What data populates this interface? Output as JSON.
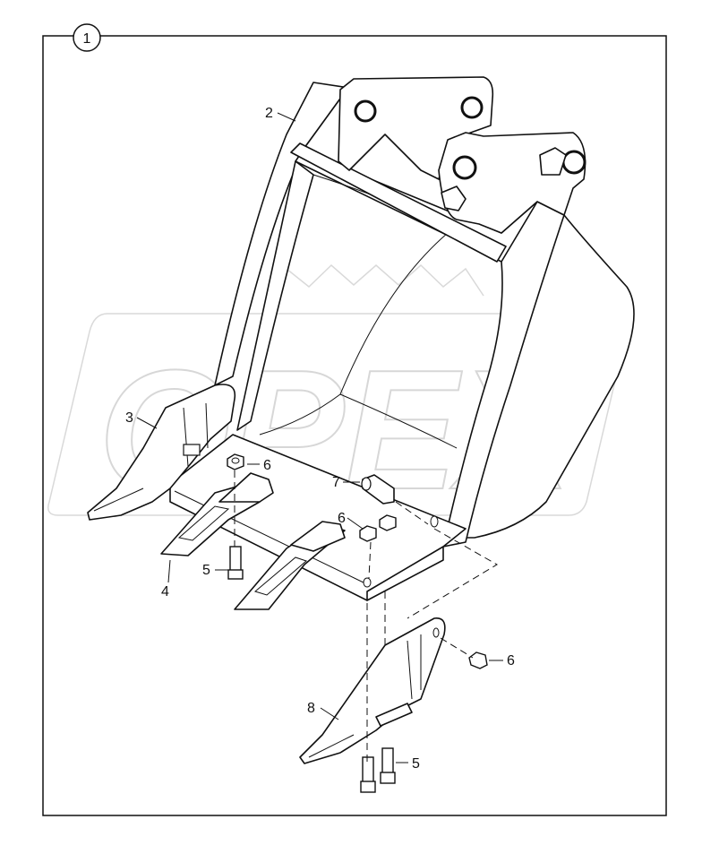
{
  "assembly_number": "1",
  "watermark_text": "OPEX",
  "callouts": {
    "c2": "2",
    "c3": "3",
    "c4": "4",
    "c5a": "5",
    "c5b": "5",
    "c6a": "6",
    "c6b": "6",
    "c6c": "6",
    "c7": "7",
    "c8": "8"
  },
  "colors": {
    "line": "#111111",
    "watermark": "#d7d7d7",
    "background": "#ffffff"
  }
}
